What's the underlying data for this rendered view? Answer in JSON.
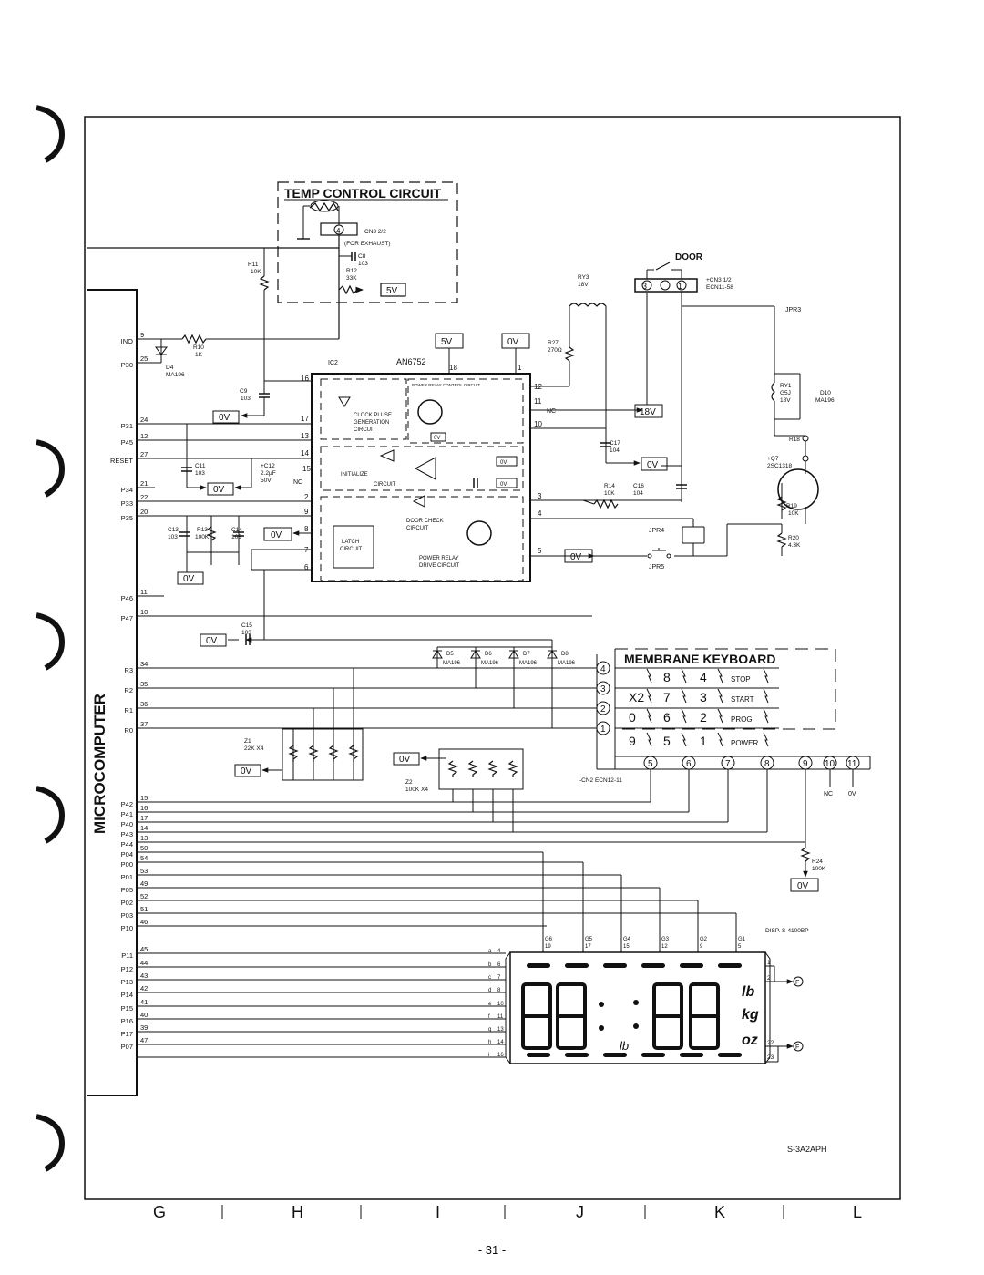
{
  "page_number": "- 31 -",
  "diagram_code": "S-3A2APH",
  "grid_columns": [
    "G",
    "H",
    "I",
    "J",
    "K",
    "L"
  ],
  "microcomputer": {
    "label": "MICROCOMPUTER",
    "pins": [
      {
        "name": "INO",
        "num": "9"
      },
      {
        "name": "P30",
        "num": "25"
      },
      {
        "name": "P31",
        "num": "24"
      },
      {
        "name": "P45",
        "num": "12"
      },
      {
        "name": "RESET",
        "num": "27"
      },
      {
        "name": "P34",
        "num": "21"
      },
      {
        "name": "P33",
        "num": "22"
      },
      {
        "name": "P35",
        "num": "20"
      },
      {
        "name": "P46",
        "num": "11"
      },
      {
        "name": "P47",
        "num": "10"
      },
      {
        "name": "R3",
        "num": "34"
      },
      {
        "name": "R2",
        "num": "35"
      },
      {
        "name": "R1",
        "num": "36"
      },
      {
        "name": "R0",
        "num": "37"
      },
      {
        "name": "P42",
        "num": "15"
      },
      {
        "name": "P41",
        "num": "16"
      },
      {
        "name": "P40",
        "num": "17"
      },
      {
        "name": "P43",
        "num": "14"
      },
      {
        "name": "P44",
        "num": "13"
      },
      {
        "name": "P04",
        "num": "50"
      },
      {
        "name": "P00",
        "num": "54"
      },
      {
        "name": "P01",
        "num": "53"
      },
      {
        "name": "P05",
        "num": "49"
      },
      {
        "name": "P02",
        "num": "52"
      },
      {
        "name": "P03",
        "num": "51"
      },
      {
        "name": "P10",
        "num": "46"
      },
      {
        "name": "P11",
        "num": "45"
      },
      {
        "name": "P12",
        "num": "44"
      },
      {
        "name": "P13",
        "num": "43"
      },
      {
        "name": "P14",
        "num": "42"
      },
      {
        "name": "P15",
        "num": "41"
      },
      {
        "name": "P16",
        "num": "40"
      },
      {
        "name": "P17",
        "num": "39"
      },
      {
        "name": "P07",
        "num": "47"
      }
    ]
  },
  "temp_control": {
    "title": "TEMP CONTROL CIRCUIT",
    "cn3": "CN3  2/2",
    "pin4": "4",
    "exhaust": "(FOR  EXHAUST)",
    "c8": "C8",
    "c8v": "103",
    "r12": "R12",
    "r12v": "33K",
    "v5": "5V"
  },
  "ic2": {
    "ref": "IC2",
    "part": "AN6752",
    "power_relay_ctrl": "POWER RELAY CONTROL CIRCUIT",
    "clock": "CLOCK  PLUSE",
    "clock2": "GENERATION",
    "clock3": "CIRCUIT",
    "init": "INITIALIZE",
    "init2": "CIRCUIT",
    "door_check": "DOOR  CHECK",
    "door_check2": "CIRCUIT",
    "latch": "LATCH",
    "latch2": "CIRCUIT",
    "drive": "POWER  RELAY",
    "drive2": "DRIVE  CIRCUIT",
    "pins": {
      "p1": "1",
      "p2": "2",
      "p3": "3",
      "p4": "4",
      "p5": "5",
      "p6": "6",
      "p7": "7",
      "p8": "8",
      "p9": "9",
      "p10": "10",
      "p11": "11",
      "p12": "12",
      "p13": "13",
      "p14": "14",
      "p15": "15",
      "p16": "16",
      "p17": "17",
      "p18": "18"
    }
  },
  "labels": {
    "r11": "R11",
    "r11v": "10K",
    "r10": "R10",
    "r10v": "1K",
    "d4": "D4",
    "d4v": "MA196",
    "c9": "C9",
    "c9v": "103",
    "c11": "C11",
    "c11v": "103",
    "c12": "+C12",
    "c12v": "2.2µF",
    "c12v2": "50V",
    "nc": "NC",
    "c13": "C13",
    "c13v": "103",
    "r13": "R13",
    "r13v": "100K",
    "c14": "C14",
    "c14v": "103",
    "c15": "C15",
    "c15v": "103",
    "v0": "0V",
    "v5": "5V",
    "v18": "18V",
    "ry3": "RY3",
    "ry3v": "18V",
    "r27": "R27",
    "r27v": "270Ω",
    "door": "DOOR",
    "cn3": "+CN3    1/2",
    "cn3b": "ECN11-58",
    "jpr3": "JPR3",
    "ry1": "RY1",
    "ry1v": "G5J",
    "ry1v2": "18V",
    "d10": "D10",
    "d10v": "MA196",
    "r18": "R18",
    "q7": "+Q7",
    "q7v": "2SC1318",
    "r19": "R19",
    "r19v": "10K",
    "r20": "R20",
    "r20v": "4.3K",
    "c17": "C17",
    "c17v": "104",
    "r14": "R14",
    "r14v": "10K",
    "c16": "C16",
    "c16v": "104",
    "jpr4": "JPR4",
    "jpr5": "JPR5",
    "d5": "D5",
    "d6": "D6",
    "d7": "D7",
    "d8": "D8",
    "ma196": "MA196",
    "z1": "Z1",
    "z1v": "22K  X4",
    "z2": "Z2",
    "z2v": "100K  X4",
    "cn2": "-CN2  ECN12-11",
    "r24": "R24",
    "r24v": "100K",
    "disp": "DISP.  S-4100BP",
    "nc2": "NC",
    "ov2": "0V"
  },
  "keyboard": {
    "title": "MEMBRANE  KEYBOARD",
    "rows": [
      [
        "",
        "8",
        "4",
        "STOP"
      ],
      [
        "X2",
        "7",
        "3",
        "START"
      ],
      [
        "0",
        "6",
        "2",
        "PROG"
      ],
      [
        "9",
        "5",
        "1",
        "POWER"
      ]
    ],
    "row_pins": [
      "4",
      "3",
      "2",
      "1"
    ],
    "col_pins": [
      "5",
      "6",
      "7",
      "8",
      "9",
      "10",
      "11"
    ]
  },
  "display": {
    "grids": [
      {
        "g": "G6",
        "n": "19"
      },
      {
        "g": "G5",
        "n": "17"
      },
      {
        "g": "G4",
        "n": "15"
      },
      {
        "g": "G3",
        "n": "12"
      },
      {
        "g": "G2",
        "n": "9"
      },
      {
        "g": "G1",
        "n": "5"
      }
    ],
    "segs": [
      {
        "s": "a",
        "n": "4"
      },
      {
        "s": "b",
        "n": "6"
      },
      {
        "s": "c",
        "n": "7"
      },
      {
        "s": "d",
        "n": "8"
      },
      {
        "s": "e",
        "n": "10"
      },
      {
        "s": "f",
        "n": "11"
      },
      {
        "s": "g",
        "n": "13"
      },
      {
        "s": "h",
        "n": "14"
      },
      {
        "s": "i",
        "n": "16"
      }
    ],
    "units": [
      "lb",
      "kg",
      "oz"
    ],
    "unit_lb_small": "lb",
    "pin1": "1",
    "pin2": "2",
    "pin22": "22",
    "pin23": "23",
    "f": "F"
  }
}
